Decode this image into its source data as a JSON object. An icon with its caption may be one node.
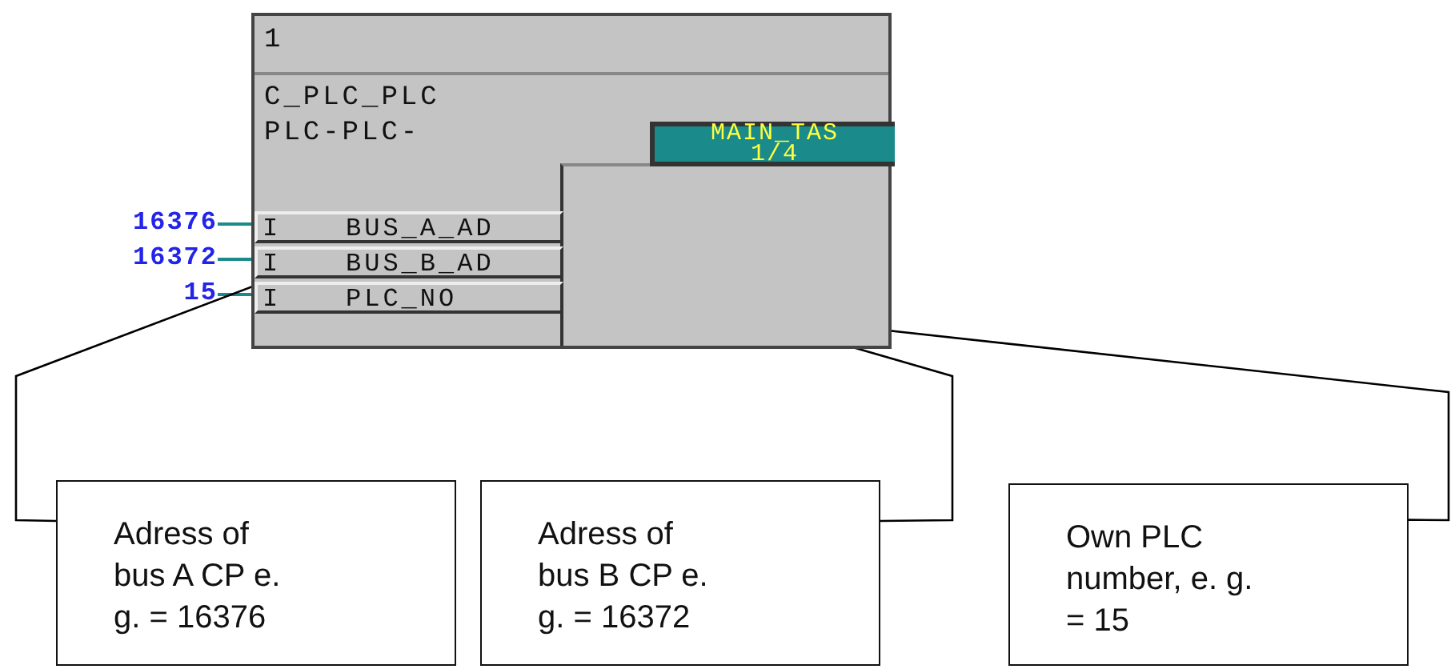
{
  "diagram": {
    "nodes": [
      {
        "text": [
          "1",
          "C_PLC_PLC",
          "PLC-PLC-"
        ]
      },
      {
        "text": [
          "MAIN_TAS 1/4"
        ],
        "in": 0
      },
      {
        "text": [
          "I",
          "BUS_A_AD"
        ],
        "in": 0
      },
      {
        "text": [
          "I",
          "BUS_B_AD"
        ],
        "in": 0
      },
      {
        "text": [
          "I",
          "PLC_NO"
        ],
        "in": 0
      },
      {
        "text": [
          "16376"
        ]
      },
      {
        "text": [
          "16372"
        ]
      },
      {
        "text": [
          "15"
        ]
      },
      {
        "text": [
          "Adress of bus A CP e. g. = 16376"
        ]
      },
      {
        "text": [
          "Adress of bus B CP e. g. = 16372"
        ]
      },
      {
        "text": [
          "Own PLC number, e. g. = 15"
        ]
      }
    ],
    "edges": [
      {
        "from": 5,
        "to": 2,
        "arrow": "none",
        "color": "#1a8a8a"
      },
      {
        "from": 6,
        "to": 3,
        "arrow": "none",
        "color": "#1a8a8a"
      },
      {
        "from": 7,
        "to": 4,
        "arrow": "none",
        "color": "#1a8a8a"
      },
      {
        "from": 8,
        "to": 2,
        "arrow": "none",
        "color": "#000000"
      },
      {
        "from": 9,
        "to": 3,
        "arrow": "none",
        "color": "#000000"
      },
      {
        "from": 10,
        "to": 4,
        "arrow": "none",
        "color": "#000000"
      }
    ]
  }
}
